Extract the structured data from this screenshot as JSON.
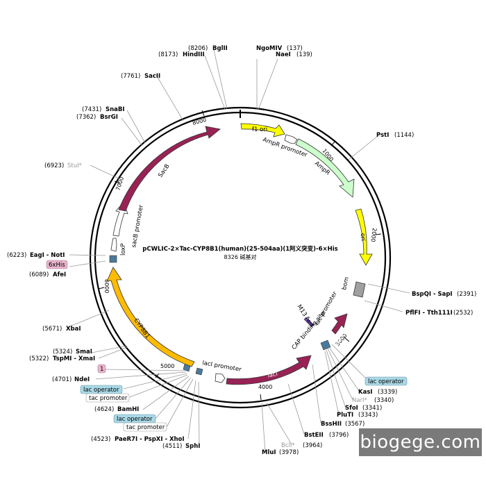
{
  "plasmid": {
    "name": "pCWLIC-2×Tac-CYP8B1(human)(25-504aa)(1阿义突变)-6×His",
    "length_text": "8326 碱基对"
  },
  "ticks": [
    "1000",
    "2000",
    "3000",
    "4000",
    "5000",
    "6000",
    "7000",
    "8000"
  ],
  "features": [
    {
      "label": "f1 ori",
      "color": "#ffff00"
    },
    {
      "label": "AmpR promoter",
      "color": "#ffffff"
    },
    {
      "label": "AmpR",
      "color": "#ccffcc"
    },
    {
      "label": "ori",
      "color": "#ffff00"
    },
    {
      "label": "bom",
      "color": "#a0a0a0"
    },
    {
      "label": "M13 fwd",
      "color": "#7b4fc9"
    },
    {
      "label": "lac promoter",
      "color": "#ffffff"
    },
    {
      "label": "lacZα",
      "color": "#992255"
    },
    {
      "label": "CAP binding site",
      "color": "#ffffff"
    },
    {
      "label": "lacI",
      "color": "#992255"
    },
    {
      "label": "lacI promoter",
      "color": "#ffffff"
    },
    {
      "label": "CYP8B1",
      "color": "#ffbb00"
    },
    {
      "label": "loxP",
      "color": "#ffffff"
    },
    {
      "label": "sacB promoter",
      "color": "#ffffff"
    },
    {
      "label": "SacB",
      "color": "#992255"
    }
  ],
  "sites": [
    {
      "name": "NgoMIV",
      "pos": "(137)"
    },
    {
      "name": "NaeI",
      "pos": "(139)"
    },
    {
      "name": "PstI",
      "pos": "(1144)"
    },
    {
      "name": "BspQI - SapI",
      "pos": "(2391)"
    },
    {
      "name": "PflFI - Tth111I",
      "pos": "(2532)"
    },
    {
      "name": "lac operator",
      "pos": ""
    },
    {
      "name": "KasI",
      "pos": "(3339)"
    },
    {
      "name": "NarI*",
      "pos": "(3340)"
    },
    {
      "name": "SfoI",
      "pos": "(3341)"
    },
    {
      "name": "PluTI",
      "pos": "(3343)"
    },
    {
      "name": "BssHII",
      "pos": "(3567)"
    },
    {
      "name": "BstEII",
      "pos": "(3796)"
    },
    {
      "name": "BclI*",
      "pos": "(3964)"
    },
    {
      "name": "MluI",
      "pos": "(3978)"
    },
    {
      "name": "BglII",
      "pos": "(8206)"
    },
    {
      "name": "HindIII",
      "pos": "(8173)"
    },
    {
      "name": "SacII",
      "pos": "(7761)"
    },
    {
      "name": "SnaBI",
      "pos": "(7431)"
    },
    {
      "name": "BsrGI",
      "pos": "(7362)"
    },
    {
      "name": "StuI*",
      "pos": "(6923)"
    },
    {
      "name": "EagI - NotI",
      "pos": "(6223)"
    },
    {
      "name": "6xHis",
      "pos": ""
    },
    {
      "name": "AfeI",
      "pos": "(6089)"
    },
    {
      "name": "XbaI",
      "pos": "(5671)"
    },
    {
      "name": "SmaI",
      "pos": "(5324)"
    },
    {
      "name": "TspMI - XmaI",
      "pos": "(5322)"
    },
    {
      "name": "1",
      "pos": ""
    },
    {
      "name": "NdeI",
      "pos": "(4701)"
    },
    {
      "name": "lac operator",
      "pos": ""
    },
    {
      "name": "tac promoter",
      "pos": ""
    },
    {
      "name": "BamHI",
      "pos": "(4624)"
    },
    {
      "name": "lac operator",
      "pos": ""
    },
    {
      "name": "tac promoter",
      "pos": ""
    },
    {
      "name": "PaeR7I - PspXI - XhoI",
      "pos": "(4523)"
    },
    {
      "name": "SphI",
      "pos": "(4511)"
    }
  ],
  "watermark": "biogege.com"
}
